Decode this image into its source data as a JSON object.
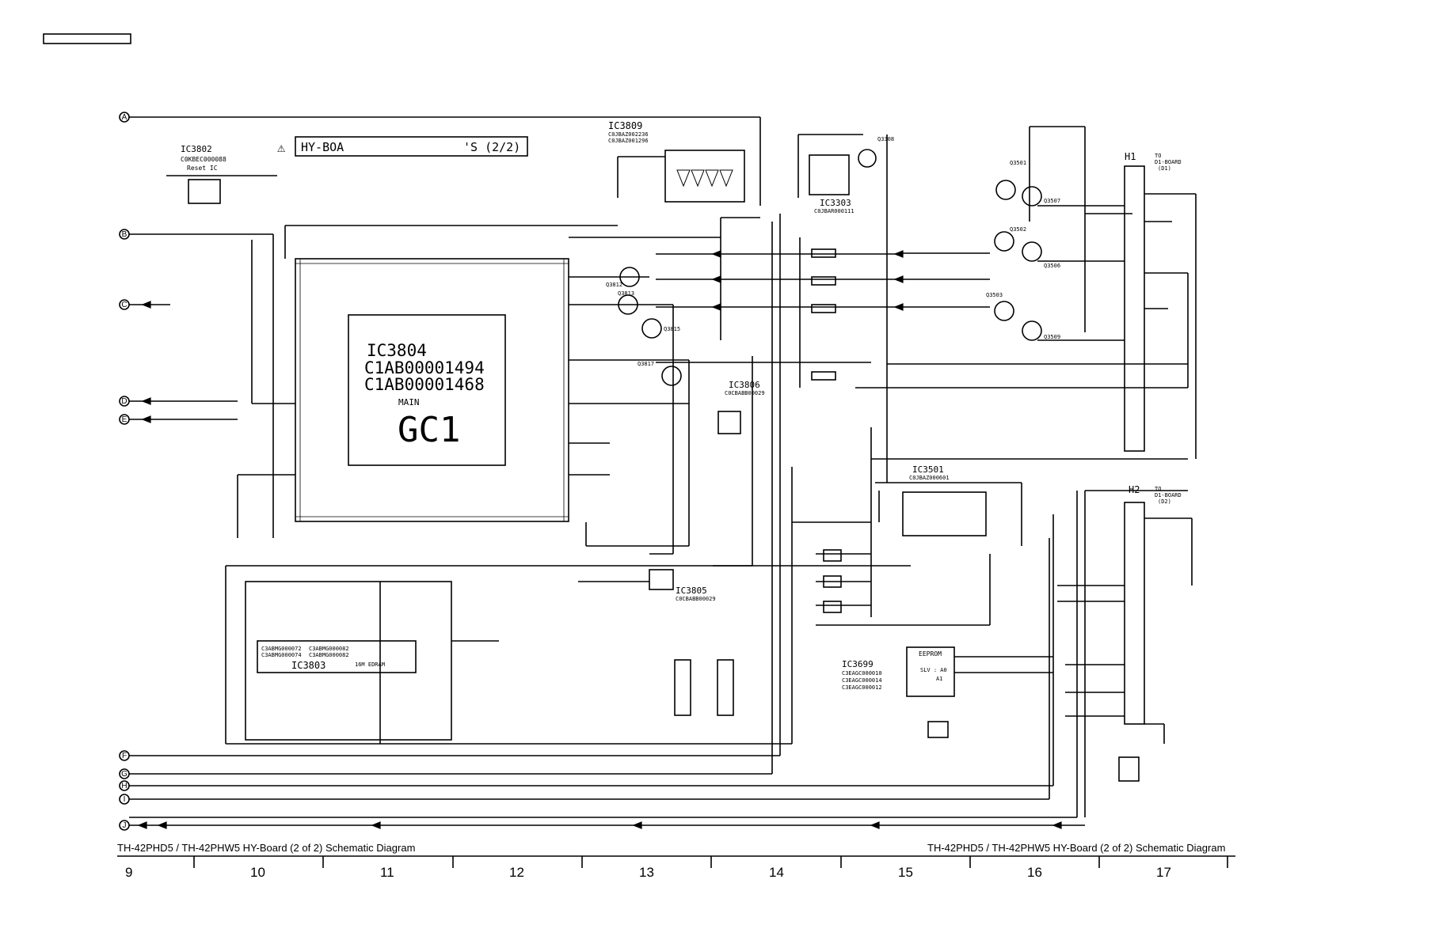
{
  "page_header_box": "",
  "warning_symbol": "⚠",
  "board_banner": {
    "left": "HY-BOA",
    "right": "'S (2/2)"
  },
  "edge_connectors": [
    "A",
    "B",
    "C",
    "D",
    "E",
    "F",
    "G",
    "H",
    "I",
    "J"
  ],
  "components": {
    "ic3802": {
      "name": "IC3802",
      "part": "C0KBEC000088",
      "desc": "Reset IC"
    },
    "ic3809": {
      "name": "IC3809",
      "part1": "C0JBAZ002236",
      "part2": "C0JBAZ001296"
    },
    "ic3303": {
      "name": "IC3303",
      "part": "C0JBAR000111"
    },
    "ic3804": {
      "name": "IC3804",
      "part1": "C1AB00001494",
      "part2": "C1AB00001468",
      "label": "MAIN",
      "code": "GC1"
    },
    "ic3806": {
      "name": "IC3806",
      "part": "C0CBABB00029"
    },
    "ic3805": {
      "name": "IC3805",
      "part": "C0CBABB00029"
    },
    "ic3501": {
      "name": "IC3501",
      "part": "C0JBAZ000601"
    },
    "ic3803": {
      "name": "IC3803",
      "desc": "16M EDRAM",
      "part1": "C3ABMG000072",
      "part2": "C3ABMG000082",
      "part3": "C3ABMG000074",
      "part4": "C3ABMG000082"
    },
    "ic3699": {
      "name": "IC3699",
      "desc": "EEPROM",
      "part1": "C3EAGC000010",
      "part2": "C3EAGC000014",
      "part3": "C3EAGC000012",
      "pins": "SLV : A0",
      "pin2": "A1"
    },
    "q3308": {
      "name": "Q3308"
    },
    "q3501": {
      "name": "Q3501"
    },
    "q3507": {
      "name": "Q3507"
    },
    "q3502": {
      "name": "Q3502"
    },
    "q3506": {
      "name": "Q3506"
    },
    "q3503": {
      "name": "Q3503"
    },
    "q3509": {
      "name": "Q3509"
    },
    "q3812": {
      "name": "Q3812"
    },
    "q3813": {
      "name": "Q3813"
    },
    "q3815": {
      "name": "Q3815"
    },
    "q3817": {
      "name": "Q3817"
    }
  },
  "connectors": {
    "h1": {
      "name": "H1",
      "to": "TO",
      "dest": "D1-BOARD",
      "sub": "(D1)"
    },
    "h2": {
      "name": "H2",
      "to": "TO",
      "dest": "D1-BOARD",
      "sub": "(D2)"
    }
  },
  "footer": {
    "title_left": "TH-42PHD5 / TH-42PHW5  HY-Board (2 of 2) Schematic Diagram",
    "title_right": "TH-42PHD5 / TH-42PHW5  HY-Board (2 of 2) Schematic Diagram",
    "columns": [
      "9",
      "10",
      "11",
      "12",
      "13",
      "14",
      "15",
      "16",
      "17"
    ]
  }
}
